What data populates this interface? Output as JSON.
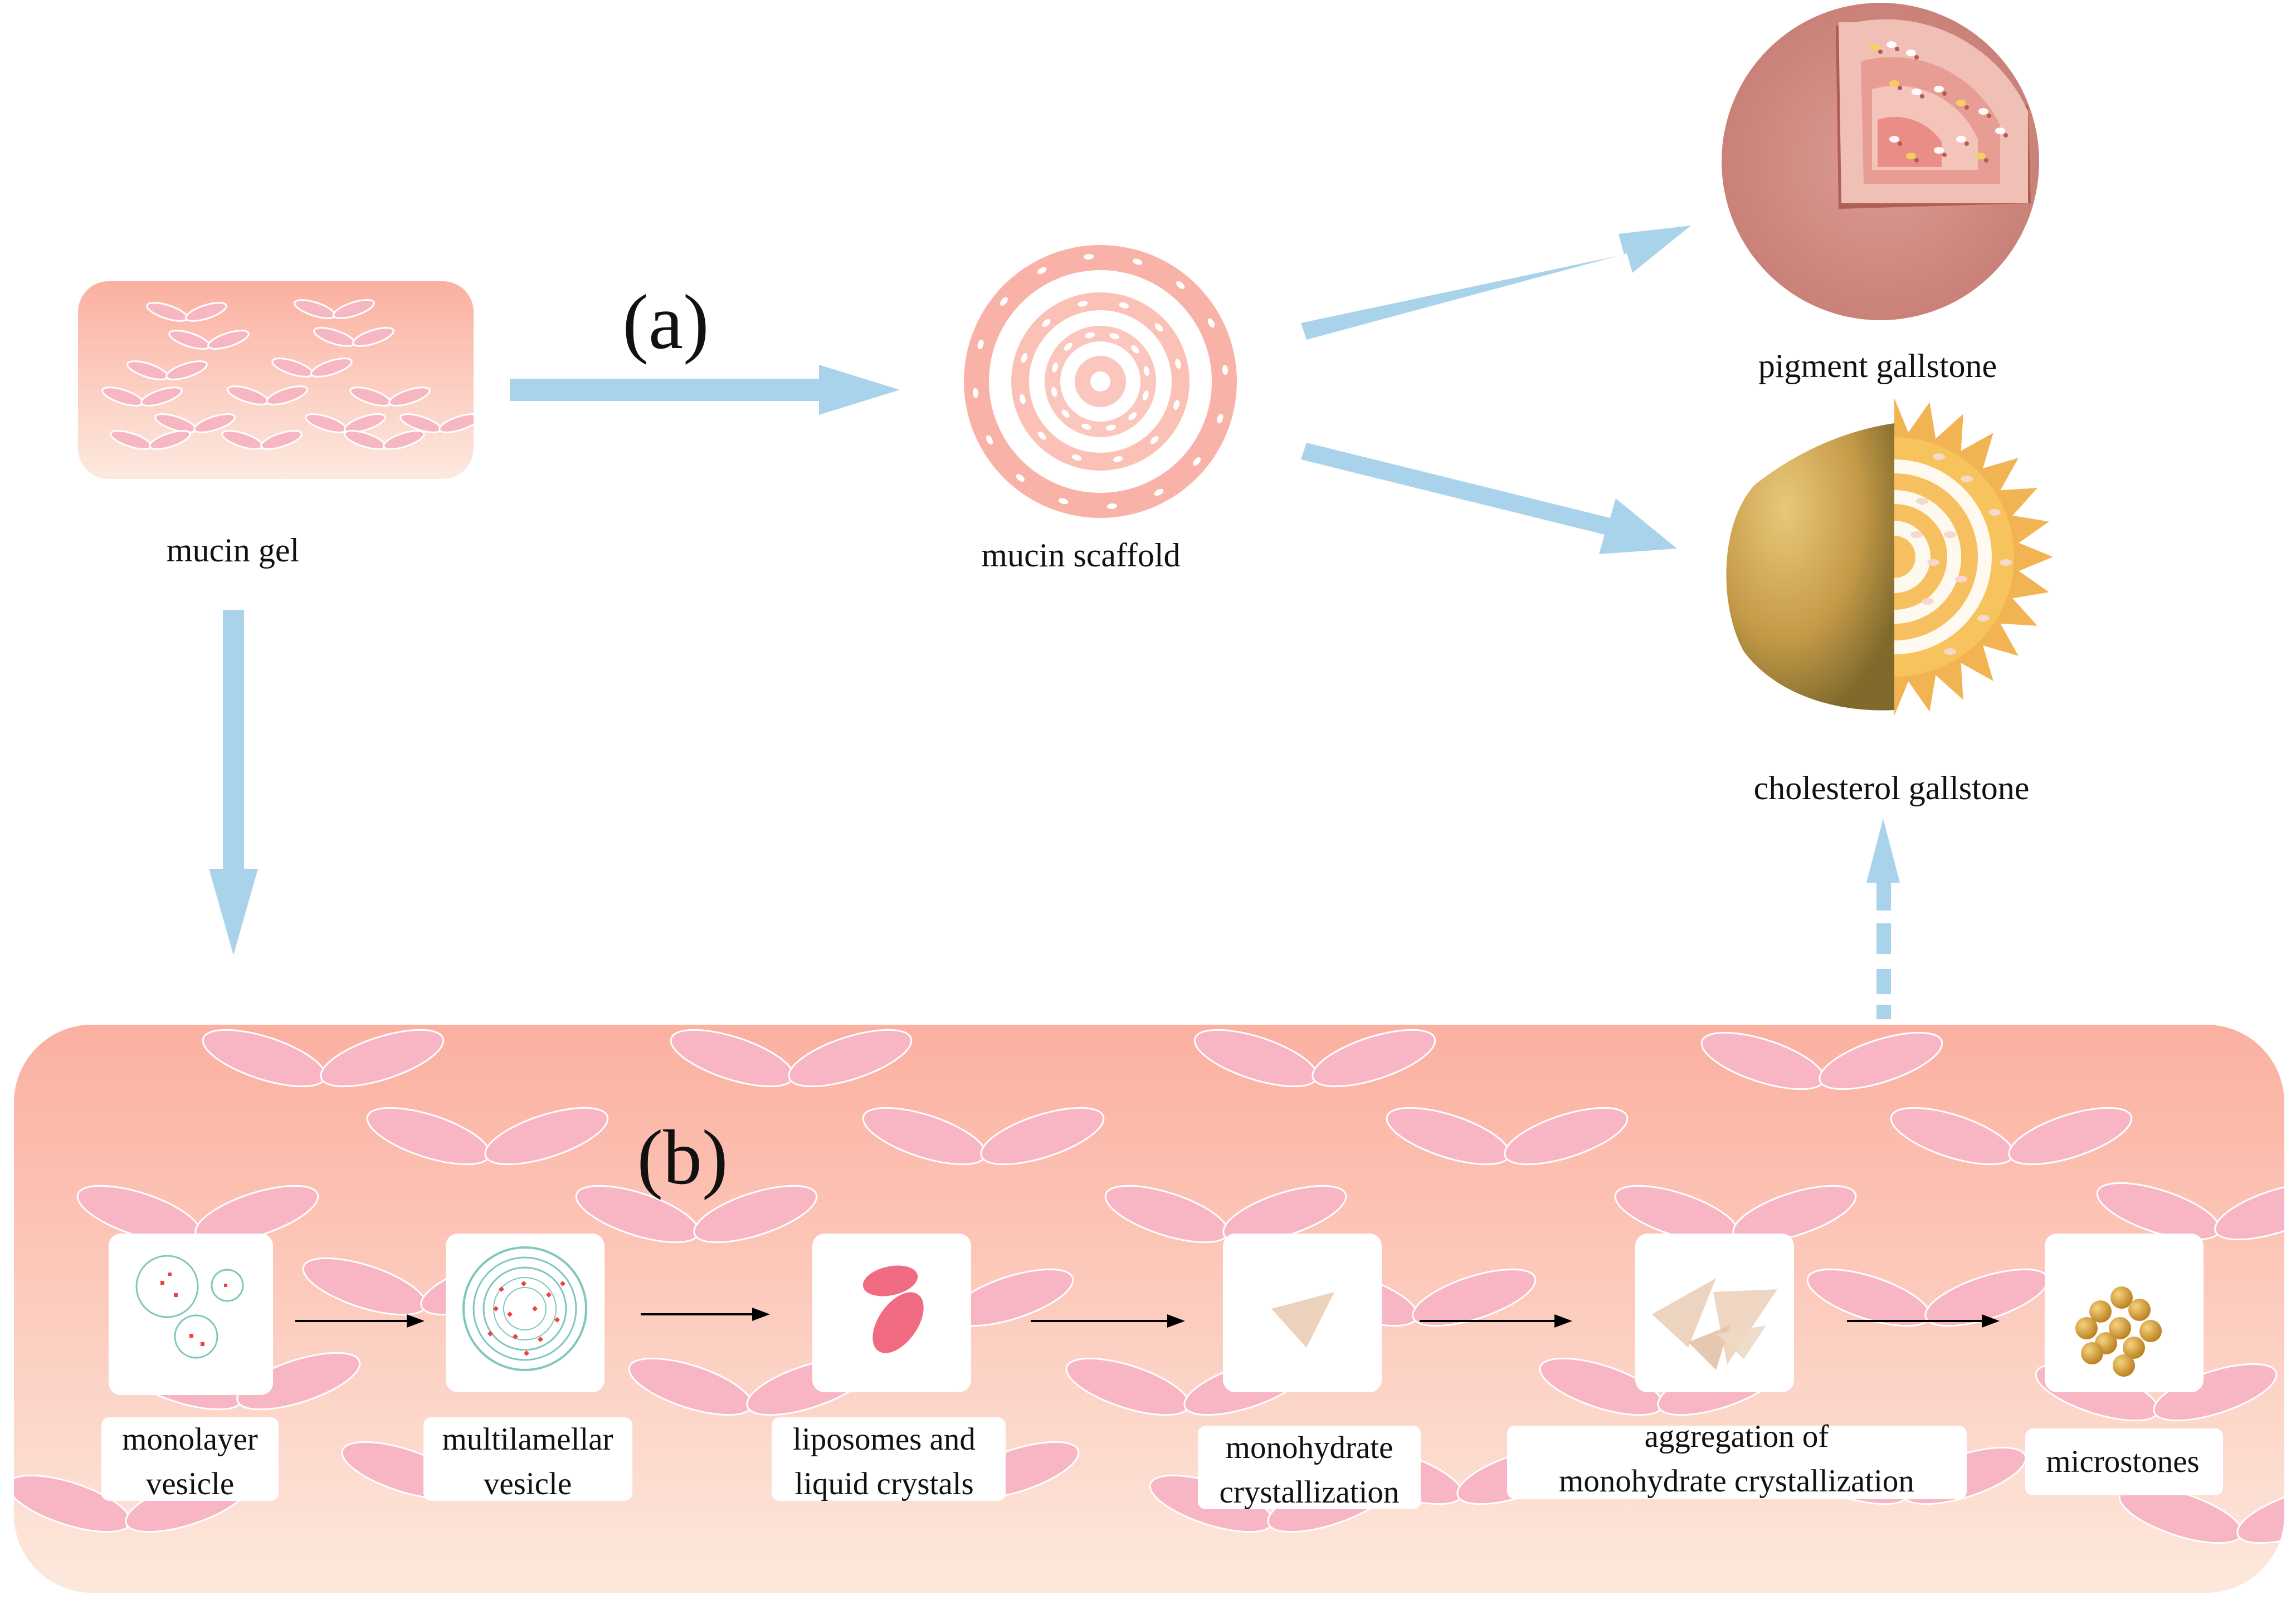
{
  "labels": {
    "panel_a": "(a)",
    "panel_b": "(b)",
    "mucin_gel": "mucin gel",
    "mucin_scaffold": "mucin scaffold",
    "pigment_gallstone": "pigment gallstone",
    "cholesterol_gallstone": "cholesterol gallstone"
  },
  "steps": [
    {
      "line1": "monolayer",
      "line2": "vesicle"
    },
    {
      "line1": "multilamellar",
      "line2": "vesicle"
    },
    {
      "line1": "liposomes and",
      "line2": "liquid crystals"
    },
    {
      "line1": "monohydrate",
      "line2": "crystallization"
    },
    {
      "line1": "aggregation of",
      "line2": "monohydrate crystallization"
    },
    {
      "line1": "microstones",
      "line2": ""
    }
  ],
  "colors": {
    "arrow": "#a9d3ea",
    "gel_top": "#fbb3a3",
    "gel_bottom": "#fde6dc",
    "cell": "#f7b9c4",
    "ring": "#f9b2a8",
    "pigment": "#d4938c",
    "cholesterol": "#e8a942",
    "liposome": "#f06b82",
    "crystal": "#ecd2bd",
    "stone": "#e4a63a",
    "vesicle": "#7fc7bd",
    "dot": "#ef4040"
  }
}
